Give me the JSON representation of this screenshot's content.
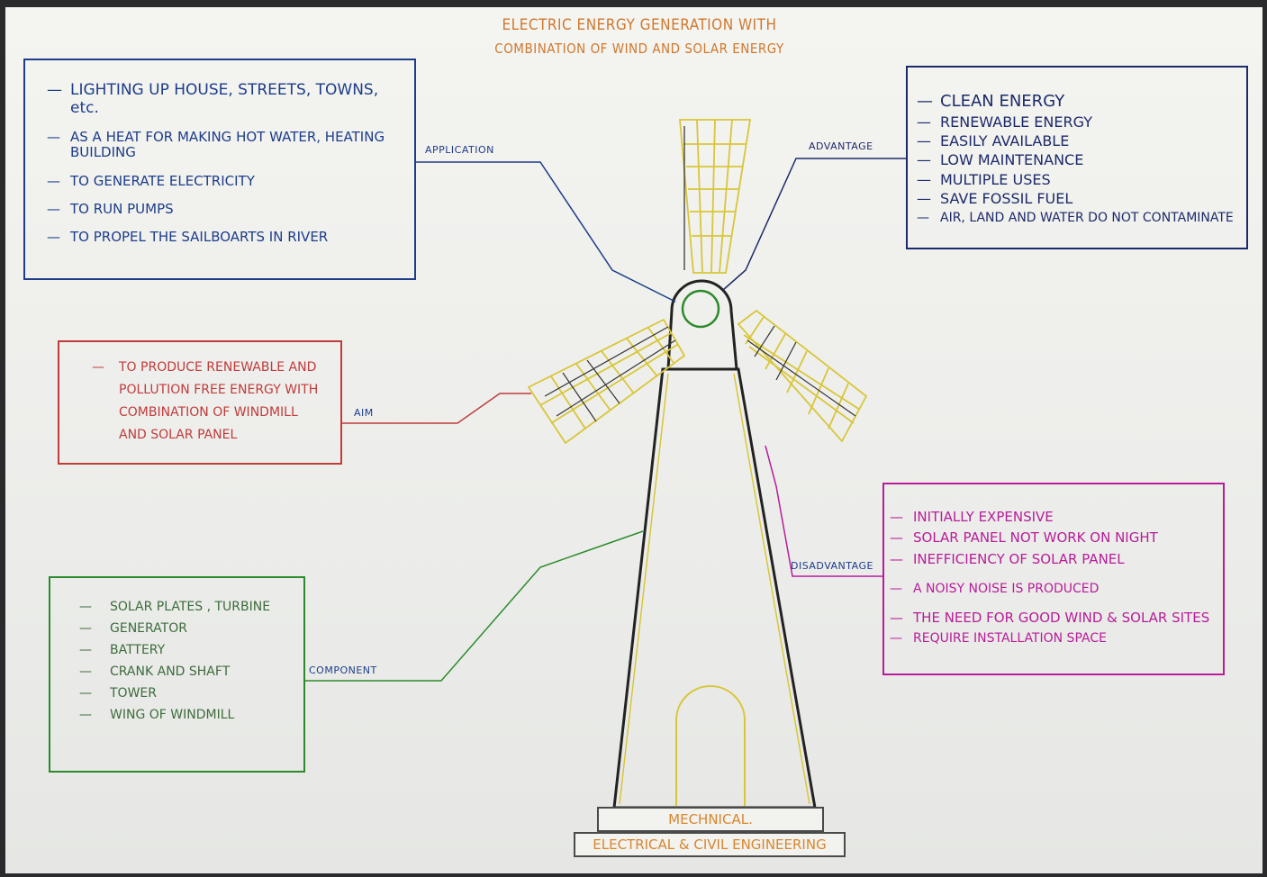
{
  "title": {
    "line1": "ELECTRIC ENERGY GENERATION WITH",
    "line2": "COMBINATION OF WIND AND SOLAR ENERGY"
  },
  "application": {
    "label": "APPLICATION",
    "items": [
      "LIGHTING UP HOUSE, STREETS, TOWNS, etc.",
      "AS A HEAT FOR MAKING HOT WATER, HEATING BUILDING",
      "TO GENERATE ELECTRICITY",
      "TO RUN PUMPS",
      "TO PROPEL THE SAILBOARTS IN RIVER"
    ]
  },
  "advantage": {
    "label": "ADVANTAGE",
    "items": [
      "CLEAN ENERGY",
      "RENEWABLE ENERGY",
      "EASILY AVAILABLE",
      "LOW MAINTENANCE",
      "MULTIPLE USES",
      "SAVE FOSSIL FUEL",
      "AIR, LAND AND WATER DO NOT CONTAMINATE"
    ]
  },
  "aim": {
    "label": "AIM",
    "items": [
      "TO PRODUCE RENEWABLE AND",
      "POLLUTION FREE ENERGY WITH",
      "COMBINATION OF WINDMILL",
      "AND SOLAR PANEL"
    ]
  },
  "disadvantage": {
    "label": "DISADVANTAGE",
    "items": [
      "INITIALLY EXPENSIVE",
      "SOLAR PANEL NOT WORK ON NIGHT",
      "INEFFICIENCY OF SOLAR PANEL",
      "A NOISY NOISE IS PRODUCED",
      "THE NEED FOR GOOD WIND & SOLAR SITES",
      "REQUIRE INSTALLATION SPACE"
    ]
  },
  "component": {
    "label": "COMPONENT",
    "items": [
      "SOLAR PLATES , TURBINE",
      "GENERATOR",
      "BATTERY",
      "CRANK AND SHAFT",
      "TOWER",
      "WING OF WINDMILL"
    ]
  },
  "base": {
    "line1": "MECHNICAL.",
    "line2": "ELECTRICAL & CIVIL ENGINEERING"
  },
  "colors": {
    "application": "#1d3d8a",
    "advantage": "#1d2a6a",
    "aim": "#c03b3b",
    "disadvantage": "#b81c9a",
    "component": "#2c8a2c",
    "title": "#d0782e",
    "blades": "#d8c63a"
  }
}
